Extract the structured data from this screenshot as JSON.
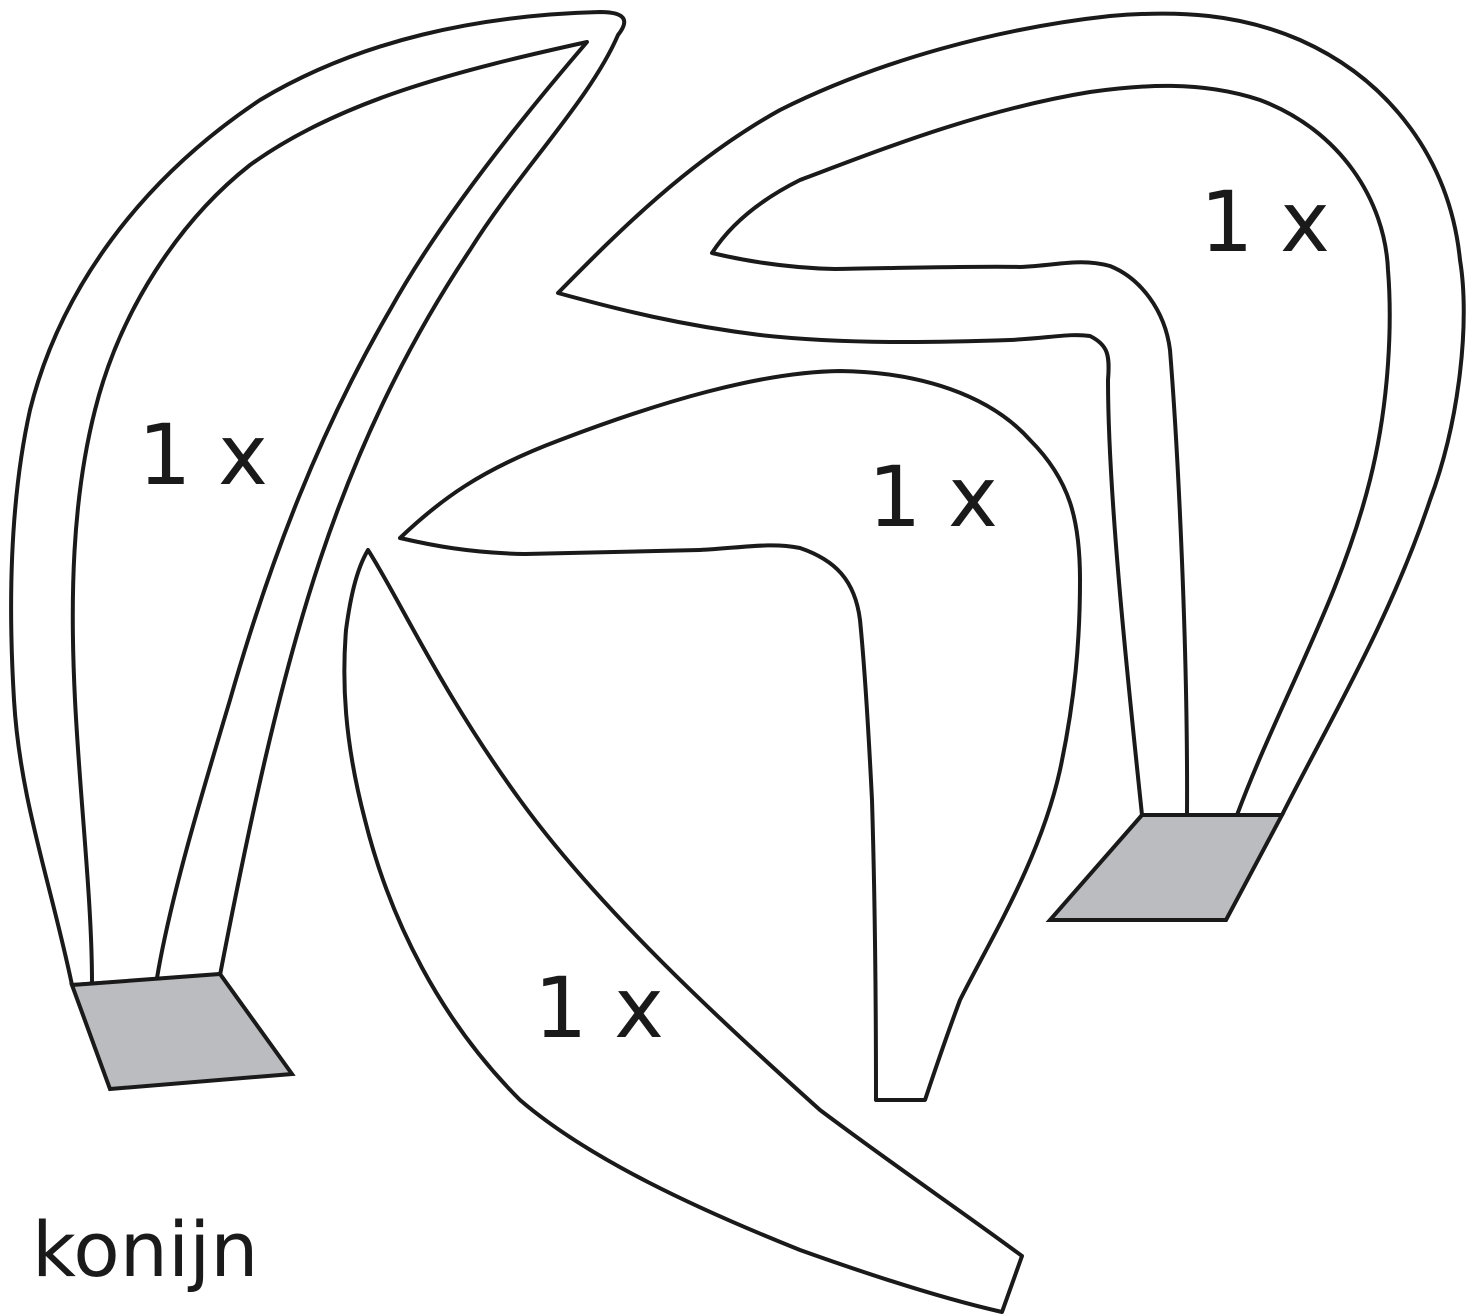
{
  "colors": {
    "outline": "#1a1a1a",
    "tab_fill": "#bbbcbf",
    "background": "#ffffff"
  },
  "pieces": [
    {
      "id": "left-ear",
      "count_label": "1 x",
      "has_tab": true
    },
    {
      "id": "right-ear",
      "count_label": "1 x",
      "has_tab": true
    },
    {
      "id": "front-leg",
      "count_label": "1 x",
      "has_tab": false
    },
    {
      "id": "tail-piece",
      "count_label": "1 x",
      "has_tab": false
    }
  ],
  "caption": "konijn"
}
